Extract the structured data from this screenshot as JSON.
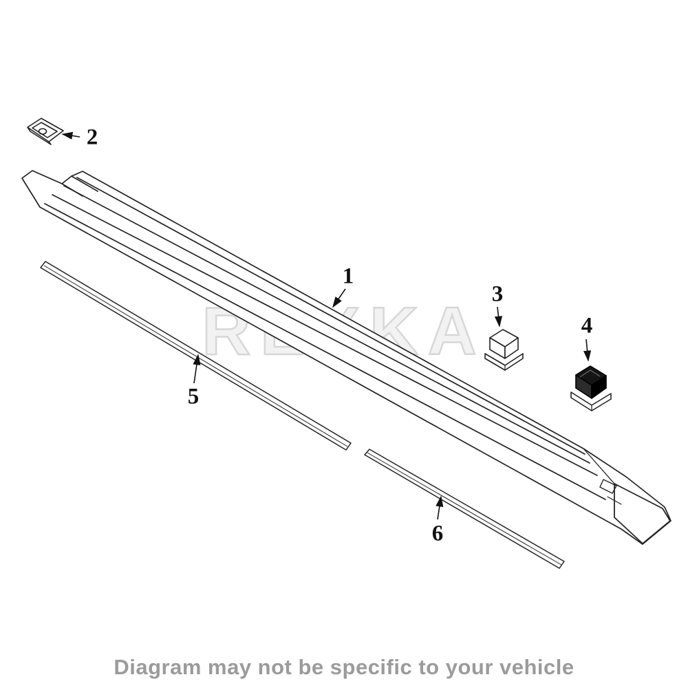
{
  "watermark": "REXKA",
  "disclaimer": "Diagram may not be specific to your vehicle",
  "callouts": [
    {
      "number": "1",
      "part": "rocker-panel-molding"
    },
    {
      "number": "2",
      "part": "end-clip"
    },
    {
      "number": "3",
      "part": "retainer-clip-white"
    },
    {
      "number": "4",
      "part": "retainer-clip-black"
    },
    {
      "number": "5",
      "part": "front-lower-strip"
    },
    {
      "number": "6",
      "part": "rear-lower-strip"
    }
  ],
  "colors": {
    "line": "#222222",
    "dark_part": "#151515",
    "watermark_gray": "#d7d7d7",
    "disclaimer_gray": "#9b9b9b"
  }
}
